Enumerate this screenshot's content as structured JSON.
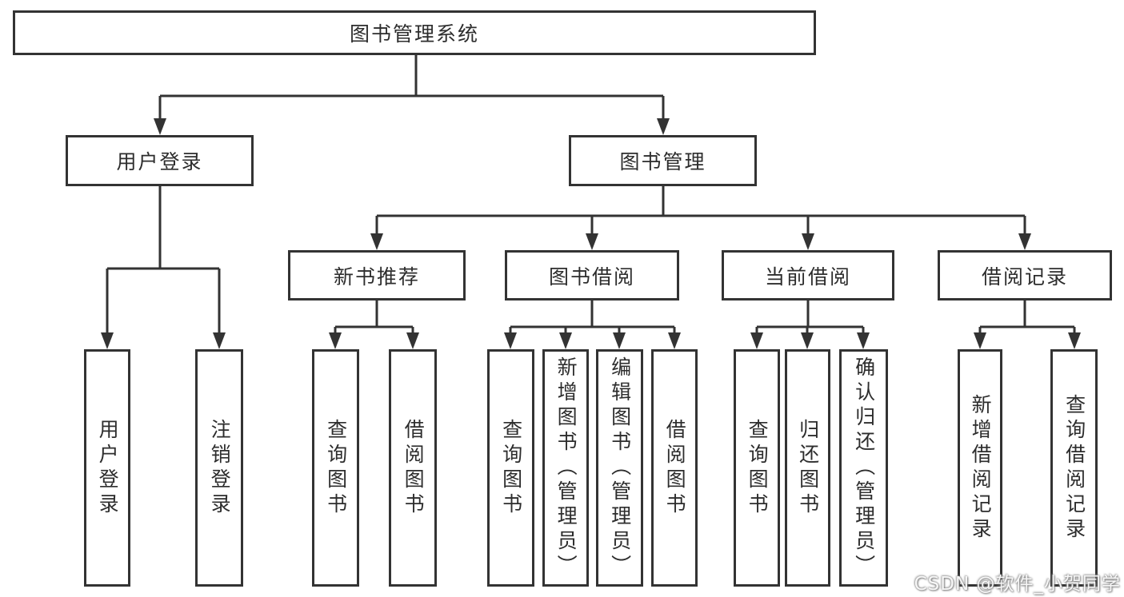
{
  "diagram": {
    "root": {
      "label": "图书管理系统"
    },
    "children": [
      {
        "label": "用户登录",
        "children": [
          {
            "label": "用户登录"
          },
          {
            "label": "注销登录"
          }
        ]
      },
      {
        "label": "图书管理",
        "children": [
          {
            "label": "新书推荐",
            "children": [
              {
                "label": "查询图书"
              },
              {
                "label": "借阅图书"
              }
            ]
          },
          {
            "label": "图书借阅",
            "children": [
              {
                "label": "查询图书"
              },
              {
                "label": "新增图书（管理员）"
              },
              {
                "label": "编辑图书（管理员）"
              },
              {
                "label": "借阅图书"
              }
            ]
          },
          {
            "label": "当前借阅",
            "children": [
              {
                "label": "查询图书"
              },
              {
                "label": "归还图书"
              },
              {
                "label": "确认归还（管理员）"
              }
            ]
          },
          {
            "label": "借阅记录",
            "children": [
              {
                "label": "新增借阅记录"
              },
              {
                "label": "查询借阅记录"
              }
            ]
          }
        ]
      }
    ]
  },
  "watermark": {
    "text": "CSDN @软件_小贺同学"
  },
  "colors": {
    "line": "#333333",
    "text": "#2d2d2d",
    "background": "#ffffff"
  }
}
